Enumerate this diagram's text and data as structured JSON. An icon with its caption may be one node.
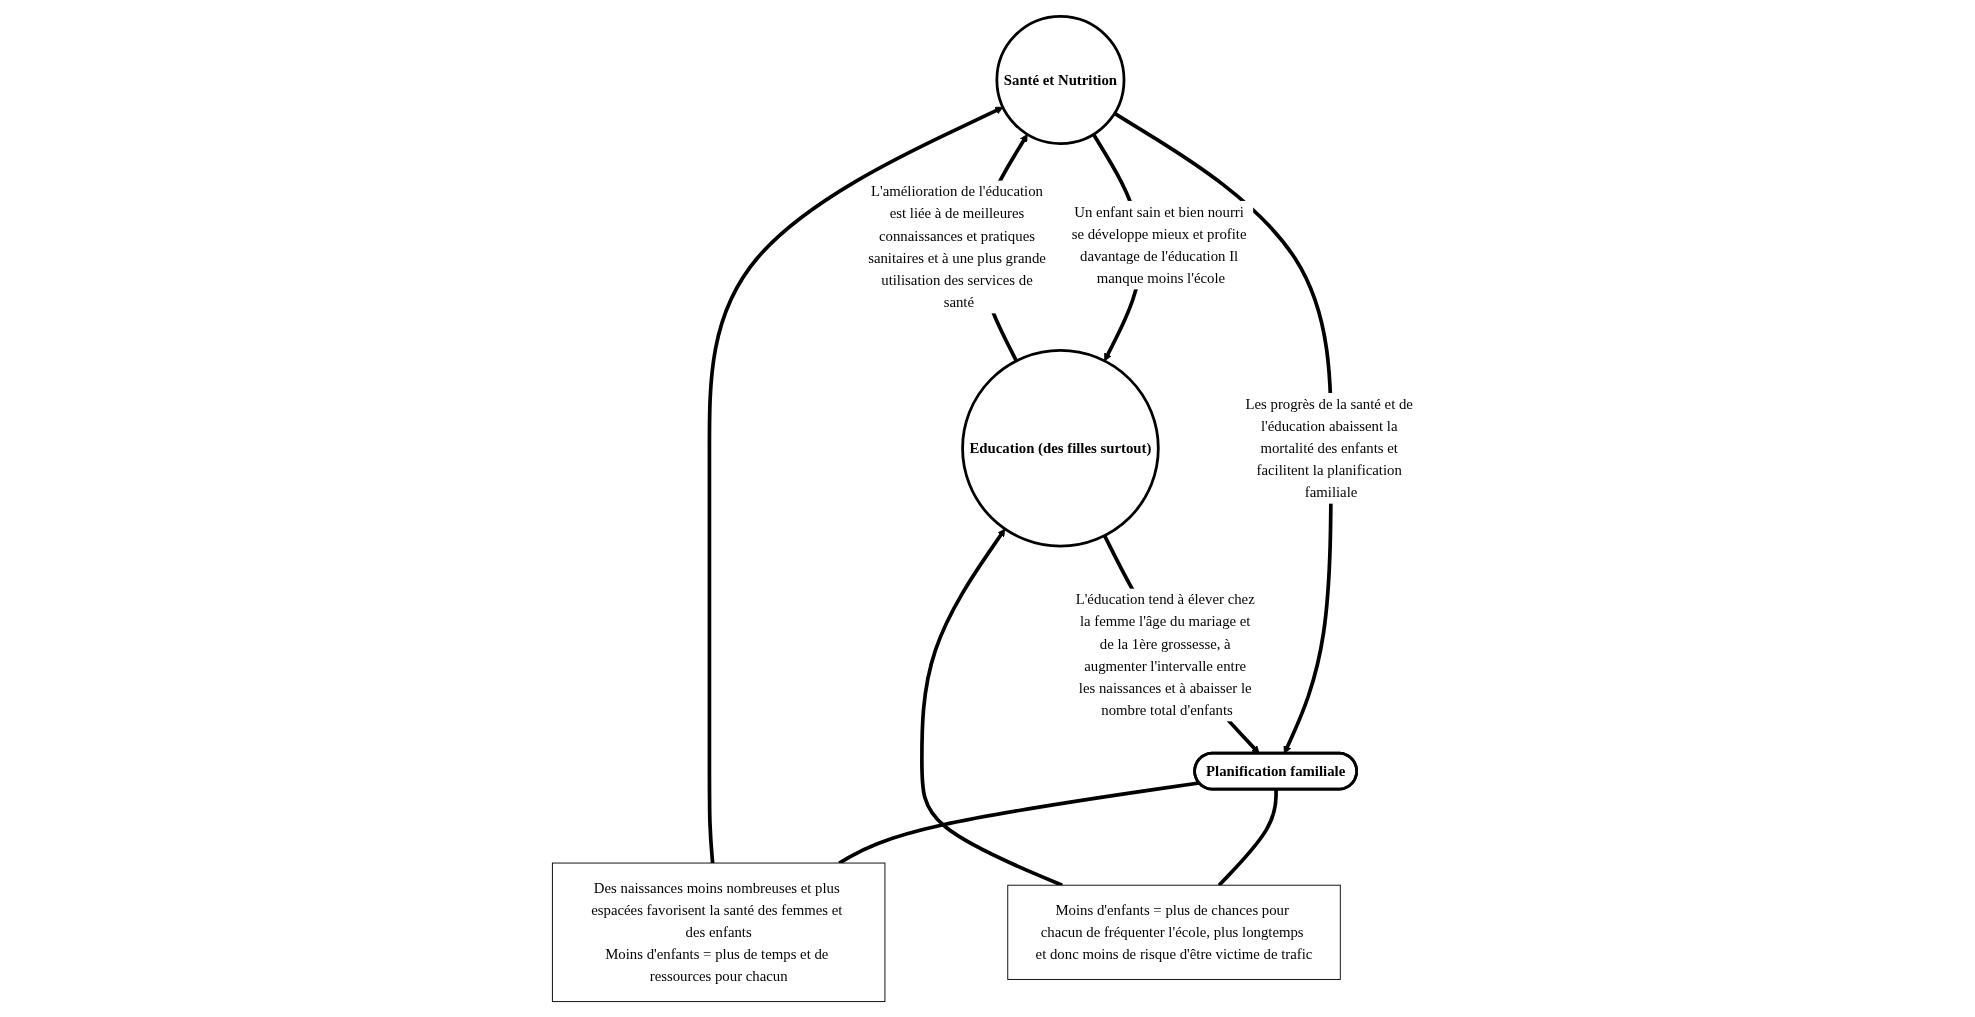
{
  "diagram": {
    "nodes": [
      {
        "text": [
          "Santé et Nutrition"
        ]
      },
      {
        "text": [
          "Education (des filles surtout)"
        ]
      },
      {
        "text": [
          "Planification familiale"
        ]
      },
      {
        "text": [
          "Des naissances moins nombreuses et plus espacées favorisent la santé des femmes et des enfants",
          "Moins d'enfants = plus de temps et de ressources pour chacun"
        ]
      },
      {
        "text": [
          "Moins d'enfants = plus de chances pour chacun de fréquenter l'école, plus longtemps et donc moins de risque d'être victime de trafic"
        ]
      }
    ],
    "edges": [
      {
        "from": 0,
        "to": 1,
        "arrow": "to",
        "label": "Un enfant sain et bien nourri se développe mieux et profite davantage de l'éducation Il manque moins l'école"
      },
      {
        "from": 1,
        "to": 0,
        "arrow": "to",
        "label": "L'amélioration de l'éducation est liée à de meilleures connaissances et pratiques sanitaires et à une plus grande utilisation des services de santé"
      },
      {
        "from": 0,
        "to": 2,
        "arrow": "to",
        "label": "Les progrès de la santé et de l'éducation abaissent la mortalité des enfants et facilitent la planification familiale"
      },
      {
        "from": 1,
        "to": 2,
        "arrow": "to",
        "label": "L'éducation tend à élever chez la femme l'âge du mariage et de la 1ère grossesse, à augmenter l'intervalle entre les naissances et à abaisser le nombre total d'enfants"
      },
      {
        "from": 2,
        "to": 3,
        "arrow": "none"
      },
      {
        "from": 3,
        "to": 0,
        "arrow": "to"
      },
      {
        "from": 2,
        "to": 4,
        "arrow": "none"
      },
      {
        "from": 4,
        "to": 1,
        "arrow": "to"
      }
    ]
  }
}
